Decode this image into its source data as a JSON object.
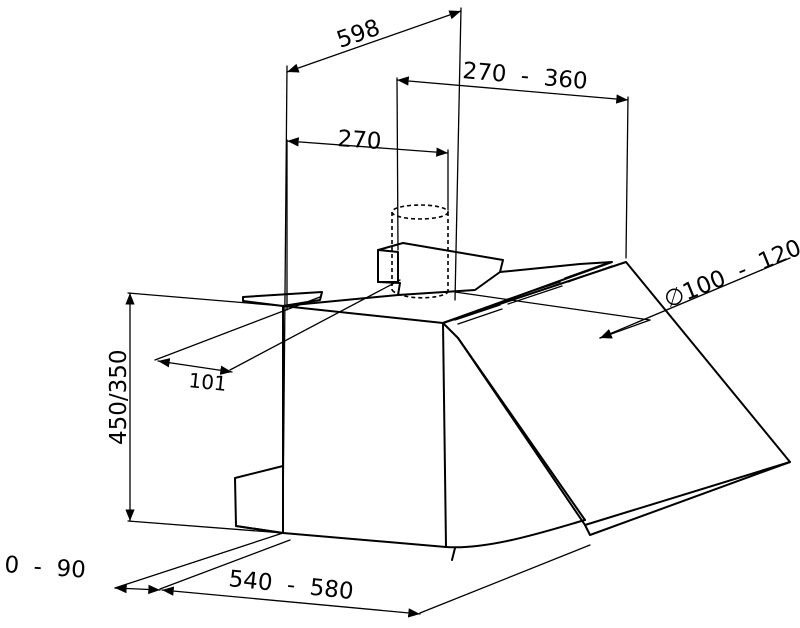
{
  "drawing": {
    "dimensions": {
      "top_width": "598",
      "duct_range": "270  -  360",
      "duct_offset": "270",
      "outlet_diameter": "∅100  -  120",
      "side_offset": "101",
      "height": "450/350",
      "wall_gap": "0  -  90",
      "depth": "540  -  580"
    }
  }
}
